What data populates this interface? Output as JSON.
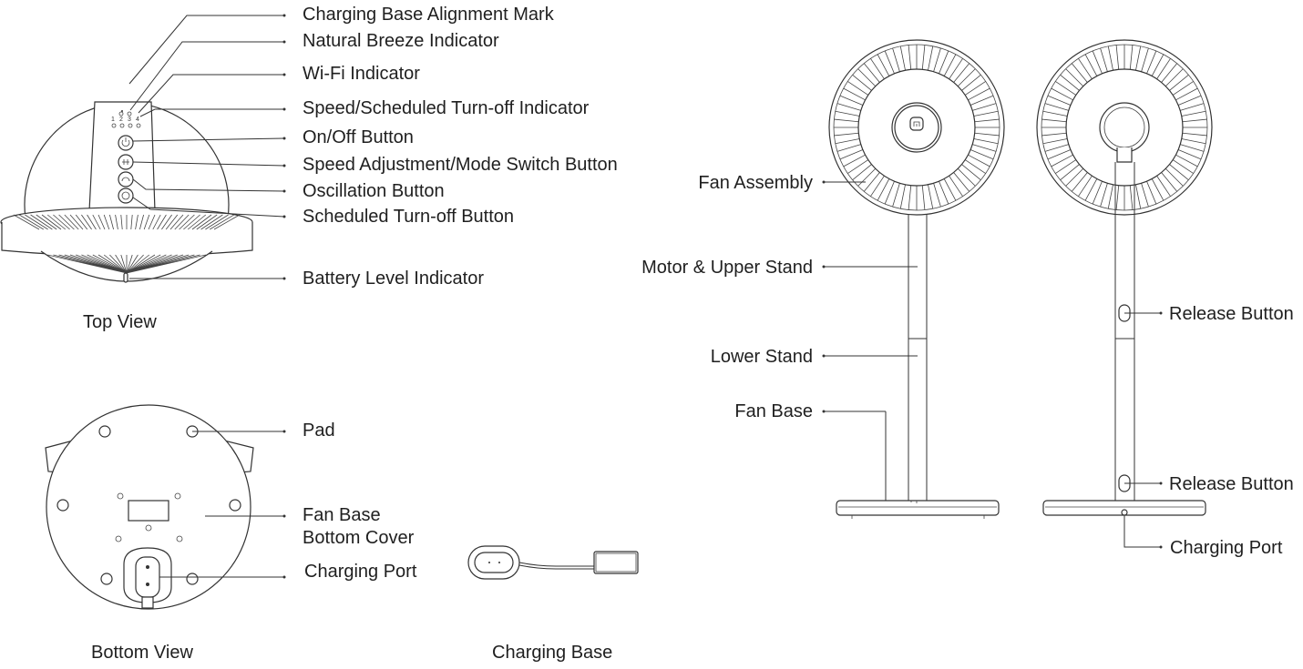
{
  "top_view": {
    "caption": "Top View",
    "level_numbers": [
      "1",
      "2",
      "3",
      "4"
    ],
    "labels": {
      "alignment_mark": "Charging Base Alignment Mark",
      "natural_breeze": "Natural Breeze Indicator",
      "wifi": "Wi-Fi Indicator",
      "speed_indicator": "Speed/Scheduled Turn-off Indicator",
      "onoff": "On/Off Button",
      "speed_button": "Speed Adjustment/Mode Switch Button",
      "oscillation": "Oscillation Button",
      "scheduled": "Scheduled Turn-off Button",
      "battery": "Battery Level Indicator"
    }
  },
  "bottom_view": {
    "caption": "Bottom View",
    "labels": {
      "pad": "Pad",
      "cover_line1": "Fan Base",
      "cover_line2": "Bottom Cover",
      "charging_port": "Charging Port"
    }
  },
  "charging_base": {
    "caption": "Charging Base"
  },
  "side_views": {
    "labels": {
      "fan_assembly": "Fan Assembly",
      "motor_upper_stand": "Motor & Upper Stand",
      "lower_stand": "Lower Stand",
      "fan_base": "Fan Base",
      "release_button_1": "Release Button",
      "release_button_2": "Release Button",
      "charging_port": "Charging Port"
    }
  }
}
